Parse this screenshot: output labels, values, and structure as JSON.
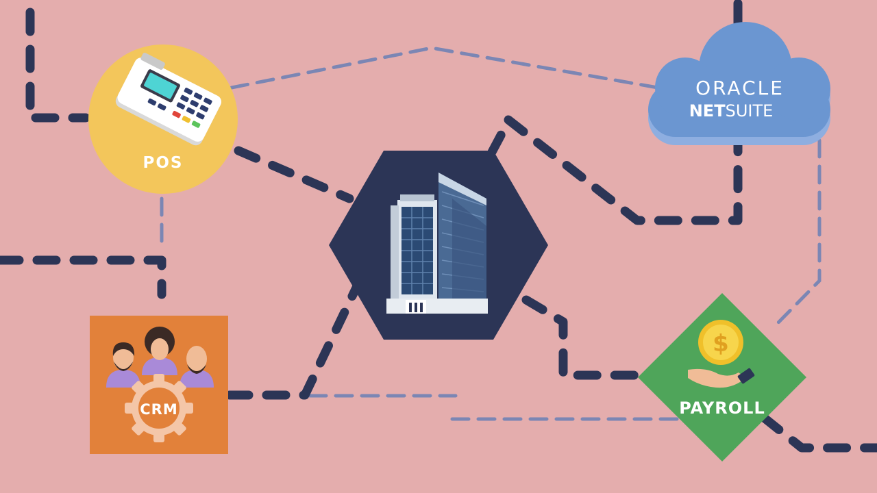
{
  "nodes": {
    "pos": {
      "label": "POS"
    },
    "crm": {
      "label": "CRM"
    },
    "payroll": {
      "label": "PAYROLL",
      "symbol": "$"
    },
    "netsuite": {
      "brand_line1": "ORACLE",
      "brand_line2_bold": "NET",
      "brand_line2_rest": "SUITE"
    },
    "center": {
      "icon": "office-building-icon"
    }
  },
  "colors": {
    "background": "#e4adad",
    "dark_connector": "#2c3556",
    "light_connector": "#7b86b4",
    "pos": "#f3c65b",
    "crm": "#e2813a",
    "payroll": "#4fa55a",
    "cloud": "#6b96d1",
    "hexagon": "#2c3556"
  }
}
